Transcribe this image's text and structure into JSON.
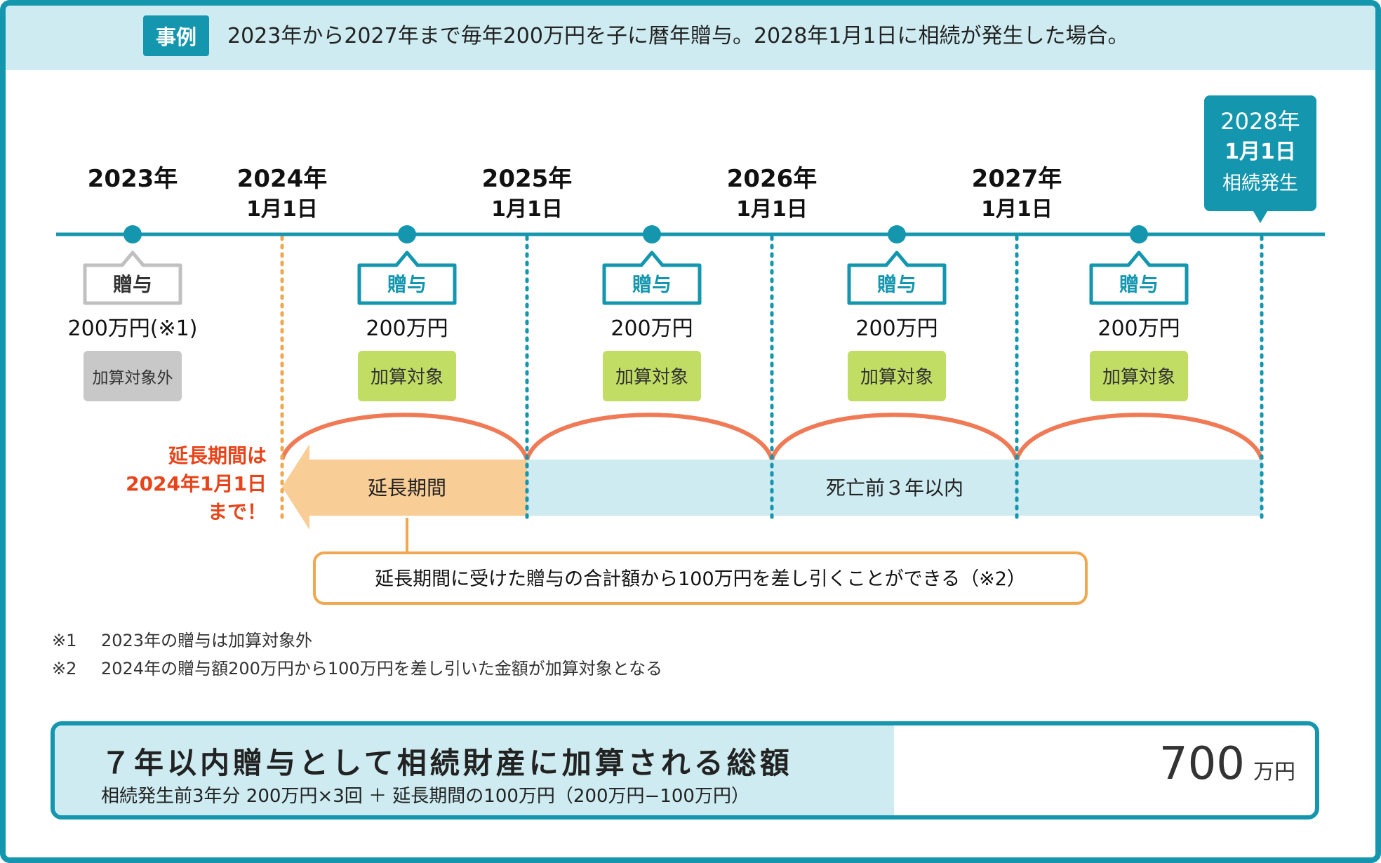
{
  "header": {
    "badge": "事例",
    "text": "2023年から2027年まで毎年200万円を子に暦年贈与。2028年1月1日に相続が発生した場合。"
  },
  "timeline": {
    "year_labels": [
      {
        "line1": "2023年",
        "line2": ""
      },
      {
        "line1": "2024年",
        "line2": "1月1日"
      },
      {
        "line1": "2025年",
        "line2": "1月1日"
      },
      {
        "line1": "2026年",
        "line2": "1月1日"
      },
      {
        "line1": "2027年",
        "line2": "1月1日"
      }
    ],
    "death": {
      "line1": "2028年",
      "line2": "1月1日",
      "line3": "相続発生"
    },
    "gifts": [
      {
        "tag": "贈与",
        "amount": "200万円(※1)",
        "status": "加算対象外",
        "counted": false
      },
      {
        "tag": "贈与",
        "amount": "200万円",
        "status": "加算対象",
        "counted": true
      },
      {
        "tag": "贈与",
        "amount": "200万円",
        "status": "加算対象",
        "counted": true
      },
      {
        "tag": "贈与",
        "amount": "200万円",
        "status": "加算対象",
        "counted": true
      },
      {
        "tag": "贈与",
        "amount": "200万円",
        "status": "加算対象",
        "counted": true
      }
    ],
    "extension_label": "延長期間",
    "three_years_label": "死亡前３年以内",
    "extension_note": [
      "延長期間は",
      "2024年1月1日",
      "まで！"
    ],
    "callout": "延長期間に受けた贈与の合計額から100万円を差し引くことができる（※2）"
  },
  "footnotes": [
    {
      "mark": "※1",
      "text": "2023年の贈与は加算対象外"
    },
    {
      "mark": "※2",
      "text": "2024年の贈与額200万円から100万円を差し引いた金額が加算対象となる"
    }
  ],
  "total": {
    "title": "７年以内贈与として相続財産に加算される総額",
    "detail": "相続発生前3年分 200万円×3回 ＋ 延長期間の100万円（200万円−100万円）",
    "amount": "700",
    "unit": "万円"
  },
  "colors": {
    "teal": "#1496ae",
    "light_teal": "#cdebf0",
    "orange": "#f07a55",
    "dashed_orange": "#f0a850",
    "extension_fill": "#f8cd96",
    "green": "#c2dd64",
    "gray": "#c8c8c8",
    "red_text": "#e8441a"
  }
}
